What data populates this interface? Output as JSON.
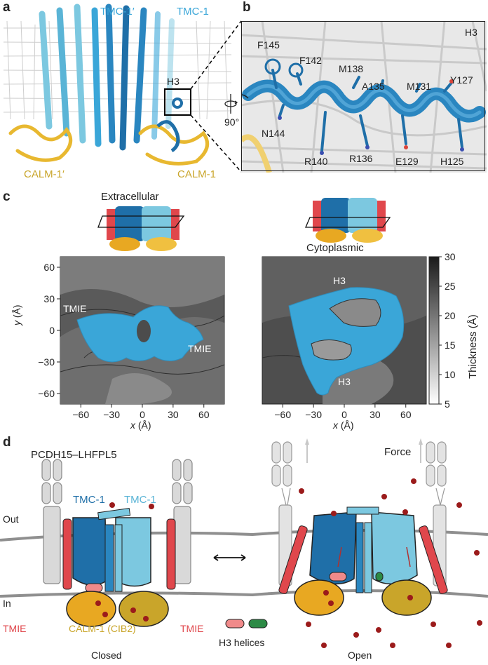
{
  "panels": {
    "a": "a",
    "b": "b",
    "c": "c",
    "d": "d"
  },
  "panel_a": {
    "tmc1_prime": "TMC-1′",
    "tmc1": "TMC-1",
    "h3": "H3",
    "calm1_prime": "CALM-1′",
    "calm1": "CALM-1"
  },
  "panel_b": {
    "h3": "H3",
    "rotation": "90°",
    "residues_top": [
      "F145",
      "F142",
      "M138",
      "A135",
      "M131",
      "Y127"
    ],
    "residues_bottom": [
      "N144",
      "R140",
      "R136",
      "E129",
      "H125"
    ]
  },
  "panel_c": {
    "left_title": "Extracellular",
    "right_title": "Cytoplasmic",
    "tmie": "TMIE",
    "h3": "H3",
    "ylabel_var": "y",
    "ylabel_unit": "(Å)",
    "xlabel_var": "x",
    "xlabel_unit": "(Å)",
    "colorbar_label": "Thickness (Å)",
    "colors": {
      "pore": "#3aa6d8",
      "map_dark": "#4a4a4a",
      "map_light": "#9a9a9a"
    }
  },
  "chart_data": [
    {
      "type": "heatmap",
      "title": "Extracellular",
      "xlabel": "x (Å)",
      "ylabel": "y (Å)",
      "xticks": [
        -60,
        -30,
        0,
        30,
        60
      ],
      "yticks": [
        60,
        30,
        0,
        -30,
        -60
      ],
      "xlim": [
        -80,
        80
      ],
      "ylim": [
        -70,
        70
      ]
    },
    {
      "type": "heatmap",
      "title": "Cytoplasmic",
      "xlabel": "x (Å)",
      "xticks": [
        -60,
        -30,
        0,
        30,
        60
      ],
      "xlim": [
        -80,
        80
      ],
      "ylim": [
        -70,
        70
      ],
      "colorbar": {
        "label": "Thickness (Å)",
        "ticks": [
          30,
          25,
          20,
          15,
          10,
          5
        ],
        "range": [
          5,
          30
        ]
      }
    }
  ],
  "panel_d": {
    "pcdh": "PCDH15–LHFPL5",
    "force": "Force",
    "tmc1_left": "TMC-1",
    "tmc1_right": "TMC-1",
    "out": "Out",
    "in": "In",
    "tmie_left": "TMIE",
    "tmie_right": "TMIE",
    "calm": "CALM-1 (CIB2)",
    "h3_helices": "H3 helices",
    "closed": "Closed",
    "open": "Open",
    "colors": {
      "tmc_dark": "#1f6fa8",
      "tmc_light": "#7cc8e0",
      "tmie": "#e0474c",
      "calm": "#e8a822",
      "calm_alt": "#c9a52a",
      "ion": "#9b1b1b",
      "h3_green": "#2c8a45"
    }
  }
}
